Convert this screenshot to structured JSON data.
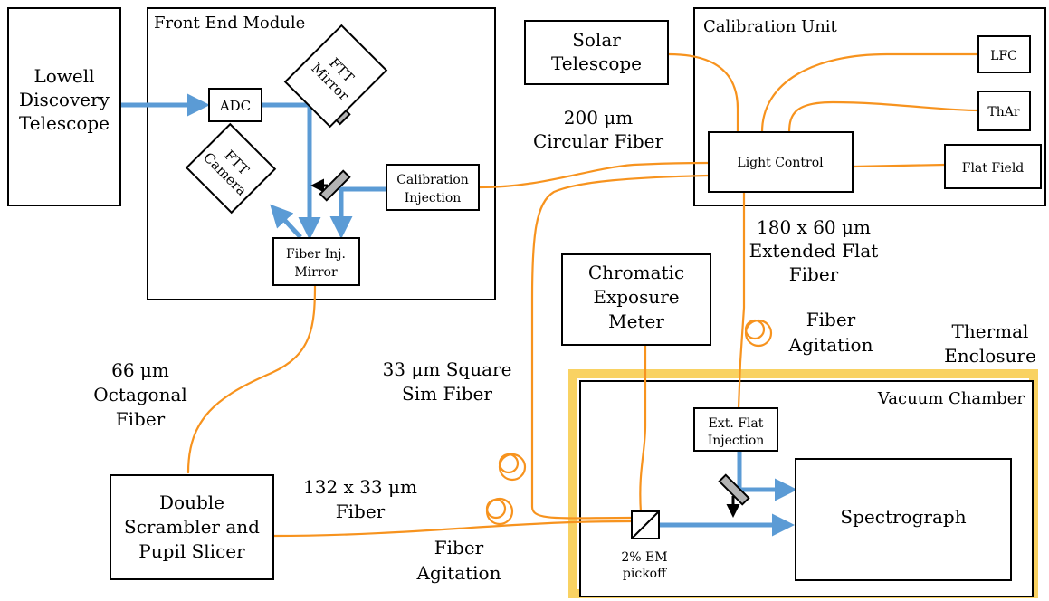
{
  "colors": {
    "fiber": "#f7931e",
    "beam": "#5b9bd5",
    "thermal_enclosure": "#f9d262",
    "mirror": "#b3b3b3"
  },
  "blocks": {
    "telescope": [
      "Lowell",
      "Discovery",
      "Telescope"
    ],
    "front_end_title": "Front End Module",
    "adc": "ADC",
    "ftt_mirror": [
      "FTT",
      "Mirror"
    ],
    "ftt_camera": [
      "FTT",
      "Camera"
    ],
    "calibration_injection": [
      "Calibration",
      "Injection"
    ],
    "fiber_inj_mirror": [
      "Fiber Inj.",
      "Mirror"
    ],
    "solar_telescope": [
      "Solar",
      "Telescope"
    ],
    "calibration_unit_title": "Calibration Unit",
    "lfc": "LFC",
    "thar": "ThAr",
    "light_control": "Light  Control",
    "flat_field": "Flat Field",
    "chromatic_exposure_meter": [
      "Chromatic",
      "Exposure",
      "Meter"
    ],
    "vacuum_chamber_title": "Vacuum Chamber",
    "ext_flat_injection": [
      "Ext. Flat",
      "Injection"
    ],
    "spectrograph": "Spectrograph",
    "double_scrambler": [
      "Double",
      "Scrambler and",
      "Pupil Slicer"
    ],
    "em_pickoff": [
      "2% EM",
      "pickoff"
    ]
  },
  "labels": {
    "circular_fiber": [
      "200 μm",
      "Circular Fiber"
    ],
    "extended_flat_fiber": [
      "180 x 60 μm",
      "Extended Flat",
      "Fiber"
    ],
    "fiber_agitation_top": [
      "Fiber",
      "Agitation"
    ],
    "thermal_enclosure": [
      "Thermal",
      "Enclosure"
    ],
    "octagonal_fiber": [
      "66 μm",
      "Octagonal",
      "Fiber"
    ],
    "sim_fiber": [
      "33 μm Square",
      "Sim Fiber"
    ],
    "rect_fiber": [
      "132 x 33 μm",
      "Fiber"
    ],
    "fiber_agitation_bottom": [
      "Fiber",
      "Agitation"
    ]
  }
}
